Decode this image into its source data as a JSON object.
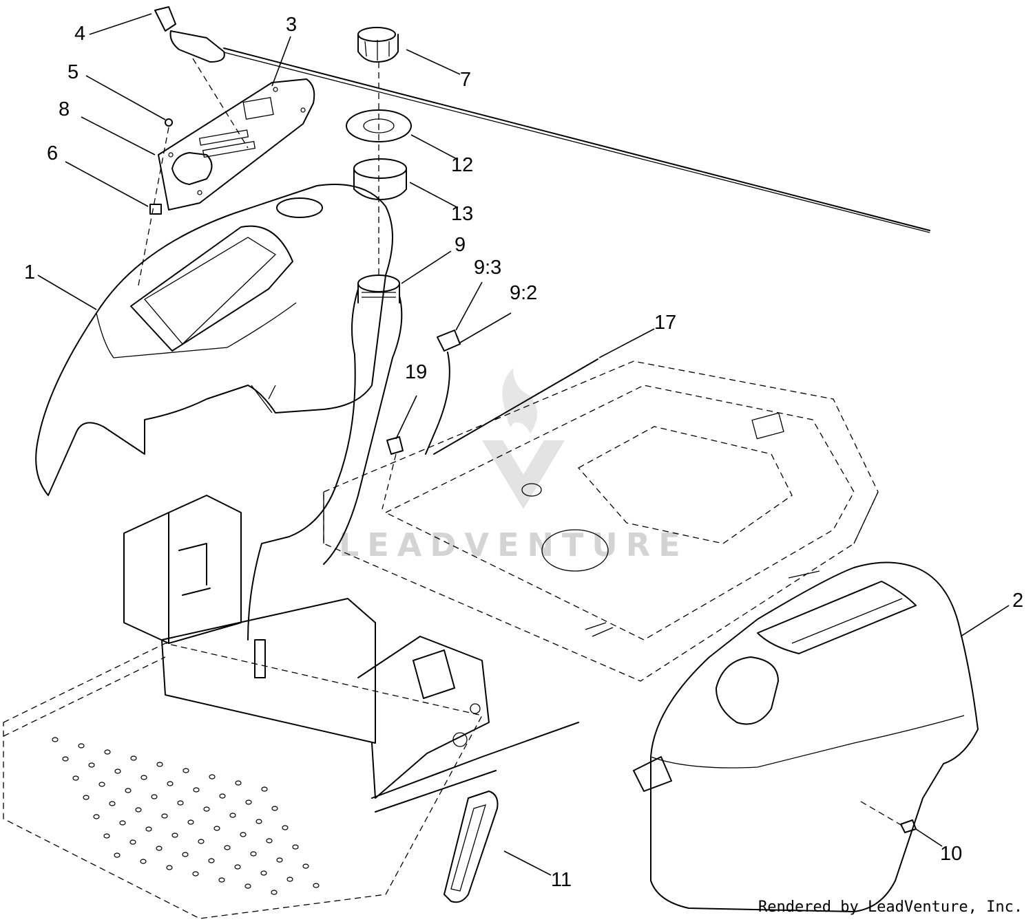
{
  "callouts": [
    {
      "id": "c1",
      "label": "1"
    },
    {
      "id": "c2",
      "label": "2"
    },
    {
      "id": "c3",
      "label": "3"
    },
    {
      "id": "c4",
      "label": "4"
    },
    {
      "id": "c5",
      "label": "5"
    },
    {
      "id": "c6",
      "label": "6"
    },
    {
      "id": "c7",
      "label": "7"
    },
    {
      "id": "c8",
      "label": "8"
    },
    {
      "id": "c9",
      "label": "9"
    },
    {
      "id": "c9_3",
      "label": "9:3"
    },
    {
      "id": "c9_2",
      "label": "9:2"
    },
    {
      "id": "c10",
      "label": "10"
    },
    {
      "id": "c11",
      "label": "11"
    },
    {
      "id": "c12",
      "label": "12"
    },
    {
      "id": "c13",
      "label": "13"
    },
    {
      "id": "c17",
      "label": "17"
    },
    {
      "id": "c19",
      "label": "19"
    }
  ],
  "watermark": "LEADVENTURE",
  "credit": "Rendered by LeadVenture, Inc."
}
